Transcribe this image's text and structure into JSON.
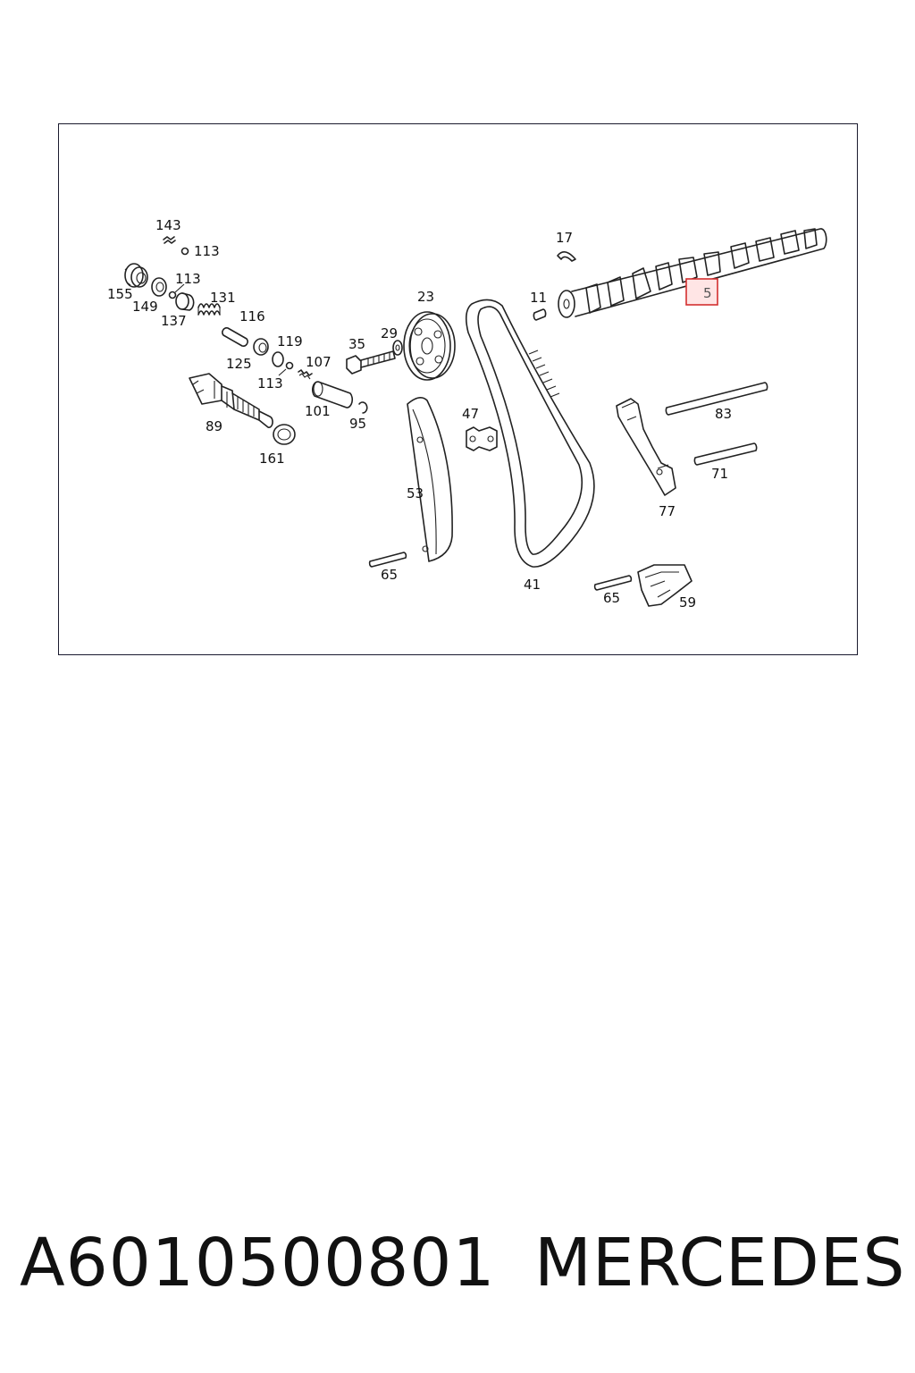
{
  "diagram": {
    "labels": {
      "l143": "143",
      "l113a": "113",
      "l113b": "113",
      "l113c": "113",
      "l155": "155",
      "l149": "149",
      "l137": "137",
      "l131": "131",
      "l116": "116",
      "l125": "125",
      "l119": "119",
      "l107": "107",
      "l89": "89",
      "l101": "101",
      "l95": "95",
      "l161": "161",
      "l35": "35",
      "l29": "29",
      "l23": "23",
      "l11": "11",
      "l17": "17",
      "l5": "5",
      "l47": "47",
      "l53": "53",
      "l41": "41",
      "l65a": "65",
      "l65b": "65",
      "l83": "83",
      "l71": "71",
      "l77": "77",
      "l59": "59"
    },
    "highlight": {
      "part": "5",
      "color": "#d32f2f"
    }
  },
  "footer": {
    "part_number": "A6010500801",
    "brand": "MERCEDES"
  }
}
